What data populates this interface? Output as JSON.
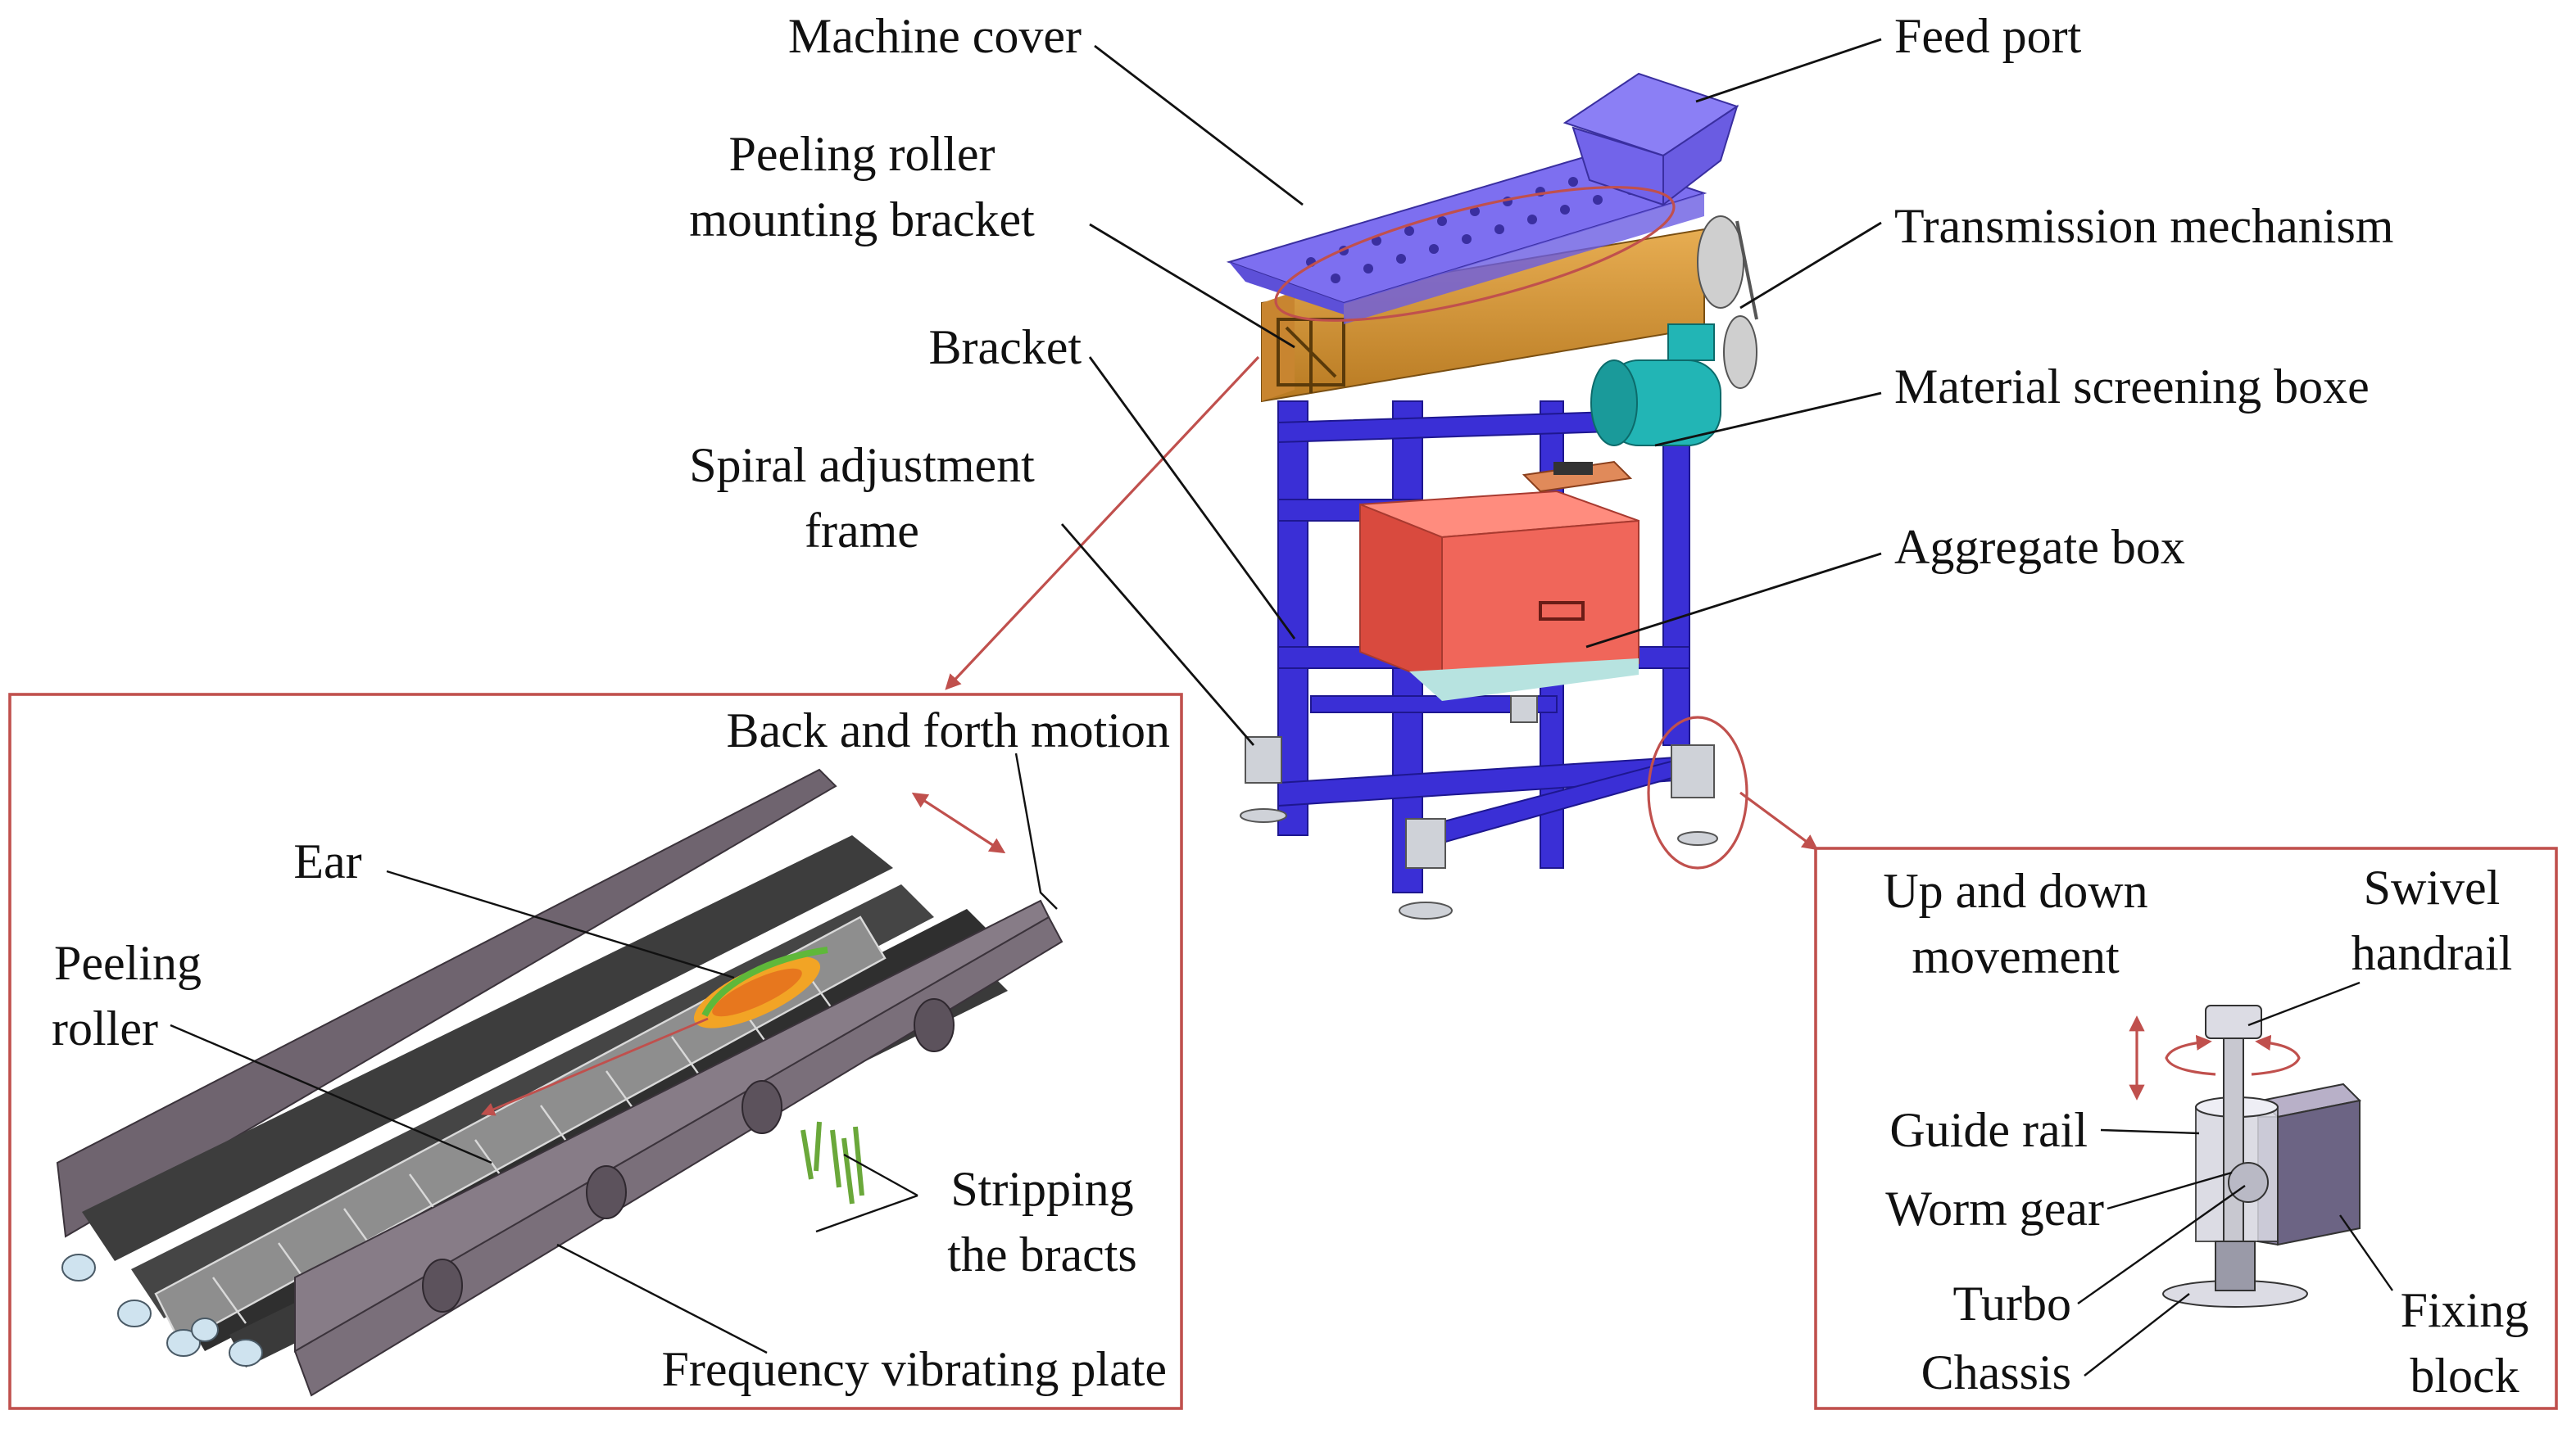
{
  "main_labels": {
    "machine_cover": "Machine cover",
    "feed_port": "Feed port",
    "peeling_roller_mounting_bracket_l1": "Peeling roller",
    "peeling_roller_mounting_bracket_l2": "mounting bracket",
    "transmission_mechanism": "Transmission mechanism",
    "bracket": "Bracket",
    "material_screening_boxe": "Material screening boxe",
    "spiral_adjustment_frame_l1": "Spiral adjustment",
    "spiral_adjustment_frame_l2": "frame",
    "aggregate_box": "Aggregate box"
  },
  "roller_detail": {
    "back_and_forth_motion": "Back and forth motion",
    "ear": "Ear",
    "peeling_roller_l1": "Peeling",
    "peeling_roller_l2": "roller",
    "stripping_the_bracts_l1": "Stripping",
    "stripping_the_bracts_l2": "the bracts",
    "frequency_vibrating_plate": "Frequency vibrating plate"
  },
  "foot_detail": {
    "up_and_down_movement_l1": "Up and down",
    "up_and_down_movement_l2": "movement",
    "swivel_handrail_l1": "Swivel",
    "swivel_handrail_l2": "handrail",
    "guide_rail": "Guide rail",
    "worm_gear": "Worm gear",
    "turbo": "Turbo",
    "chassis": "Chassis",
    "fixing_block_l1": "Fixing",
    "fixing_block_l2": "block"
  },
  "colors": {
    "frame_blue": "#3a2fd6",
    "cover_purple": "#7d6ff0",
    "bracket_orange": "#d99a3a",
    "aggregate_red": "#f0665a",
    "motor_teal": "#22b5b5",
    "detail_border": "#c0504d",
    "plate_gray": "#7a6f7a",
    "roller_dark": "#3d3d3d",
    "bract_green": "#6aa83a"
  }
}
